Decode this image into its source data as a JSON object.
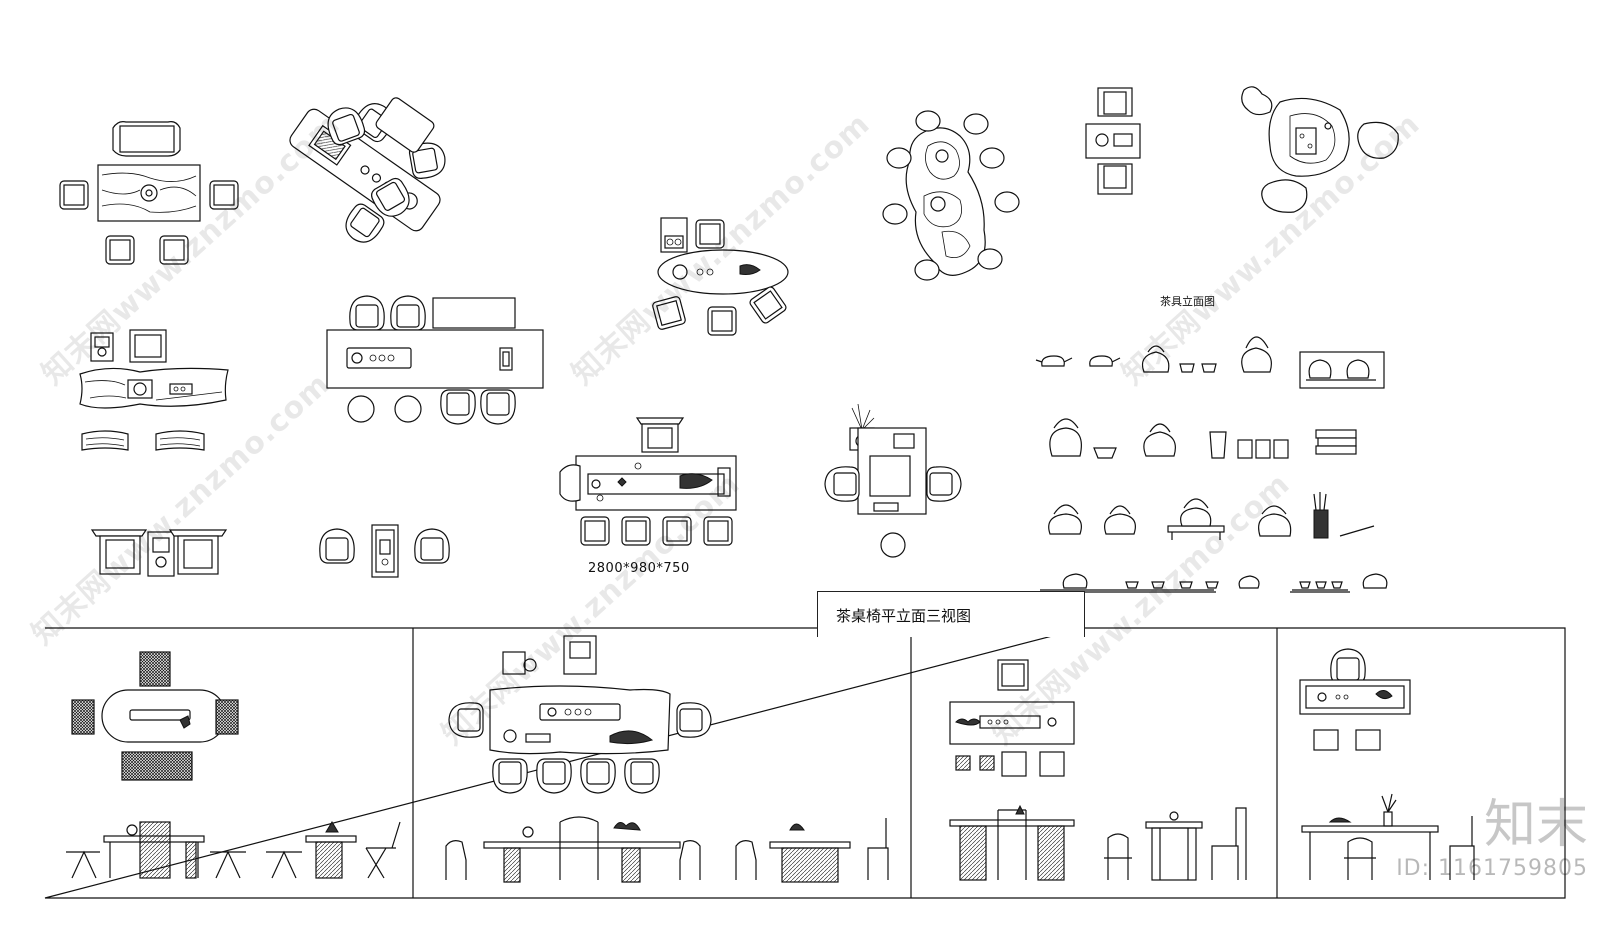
{
  "labels": {
    "dimensions": "2800*980*750",
    "teaware_title": "茶具立面图",
    "sheet_title": "茶桌椅平立面三视图"
  },
  "watermark": {
    "text": "知末网www.znzmo.com",
    "brand": "知末",
    "id_text": "ID: 1161759805"
  },
  "colors": {
    "line": "#111111",
    "background": "#ffffff",
    "watermark": "#d8d8d8"
  },
  "groups": [
    "tea-table-set-1-plan",
    "tea-table-set-2-plan",
    "tea-table-set-3-plan",
    "stone-tea-table-plan",
    "small-tea-table-plan",
    "rock-tea-table-plan",
    "live-edge-tea-table-plan",
    "long-tea-table-plan",
    "tea-table-2800-plan",
    "square-tea-table-plan",
    "teaware-elevations",
    "three-view-panel-1",
    "three-view-panel-2",
    "three-view-panel-3",
    "three-view-panel-4"
  ]
}
